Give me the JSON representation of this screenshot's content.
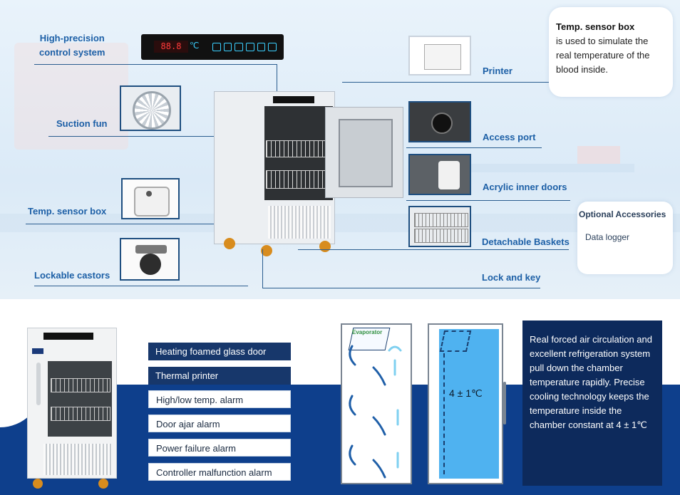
{
  "labels": {
    "control": "High-precision\ncontrol system",
    "fan": "Suction fun",
    "sensor_left": "Temp. sensor box",
    "castors": "Lockable castors",
    "printer": "Printer",
    "access_port": "Access port",
    "inner_doors": "Acrylic inner doors",
    "baskets": "Detachable Baskets",
    "lock": "Lock and key"
  },
  "sensor_card": {
    "title": "Temp. sensor box",
    "body": "is used to simulate the real temperature of the blood inside."
  },
  "accessories": {
    "title": "Optional Accessories",
    "item": "Data logger"
  },
  "features": [
    "Heating foamed glass door",
    "Thermal printer",
    "High/low temp. alarm",
    "Door ajar alarm",
    "Power failure alarm",
    "Controller malfunction alarm"
  ],
  "diagram": {
    "evaporator": "Evaporator",
    "temp": "4 ± 1℃"
  },
  "description": "Real forced air circulation and excellent refrigeration system pull down the chamber temperature rapidly. Precise cooling technology keeps the temperature inside the chamber constant at 4 ± 1℃",
  "colors": {
    "accent": "#1c5fa6",
    "navy": "#0e3f8c",
    "dark_box": "#0d2a5c",
    "chamber": "#4fb2f0"
  }
}
